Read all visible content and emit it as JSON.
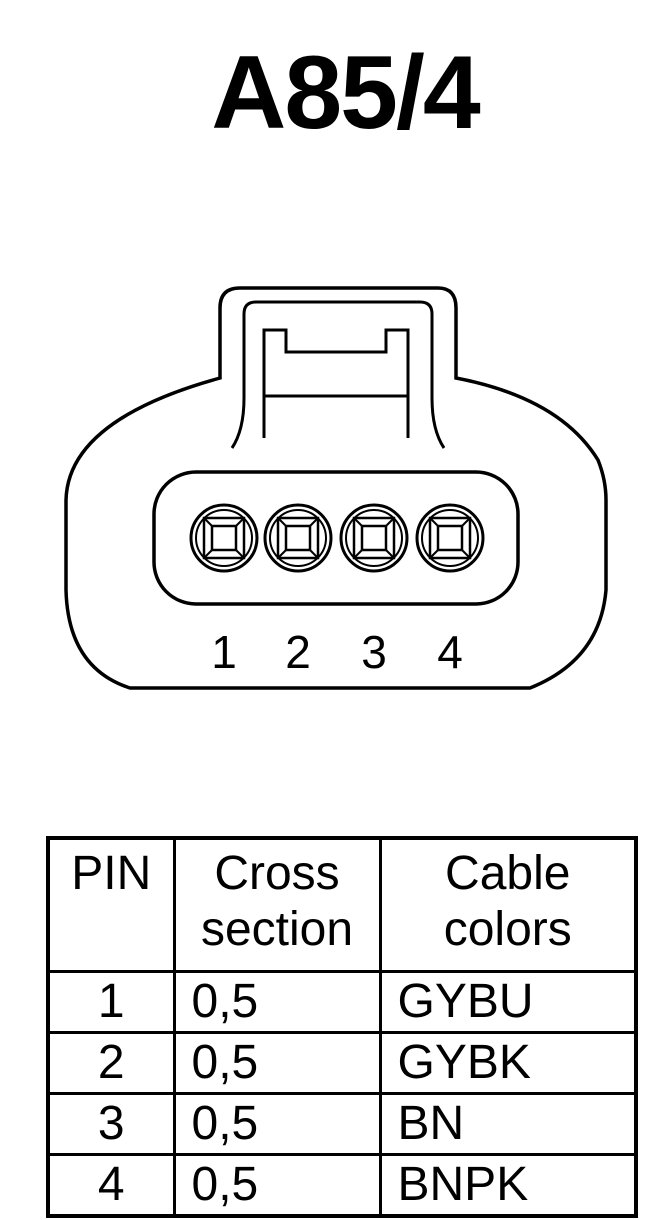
{
  "title": "A85/4",
  "connector": {
    "pin_labels": [
      "1",
      "2",
      "3",
      "4"
    ]
  },
  "table": {
    "headers": {
      "pin": "PIN",
      "cross": [
        "Cross",
        "section"
      ],
      "colors": [
        "Cable",
        "colors"
      ]
    },
    "rows": [
      {
        "pin": "1",
        "cross": "0,5",
        "color": "GYBU"
      },
      {
        "pin": "2",
        "cross": "0,5",
        "color": "GYBK"
      },
      {
        "pin": "3",
        "cross": "0,5",
        "color": "BN"
      },
      {
        "pin": "4",
        "cross": "0,5",
        "color": "BNPK"
      }
    ]
  }
}
